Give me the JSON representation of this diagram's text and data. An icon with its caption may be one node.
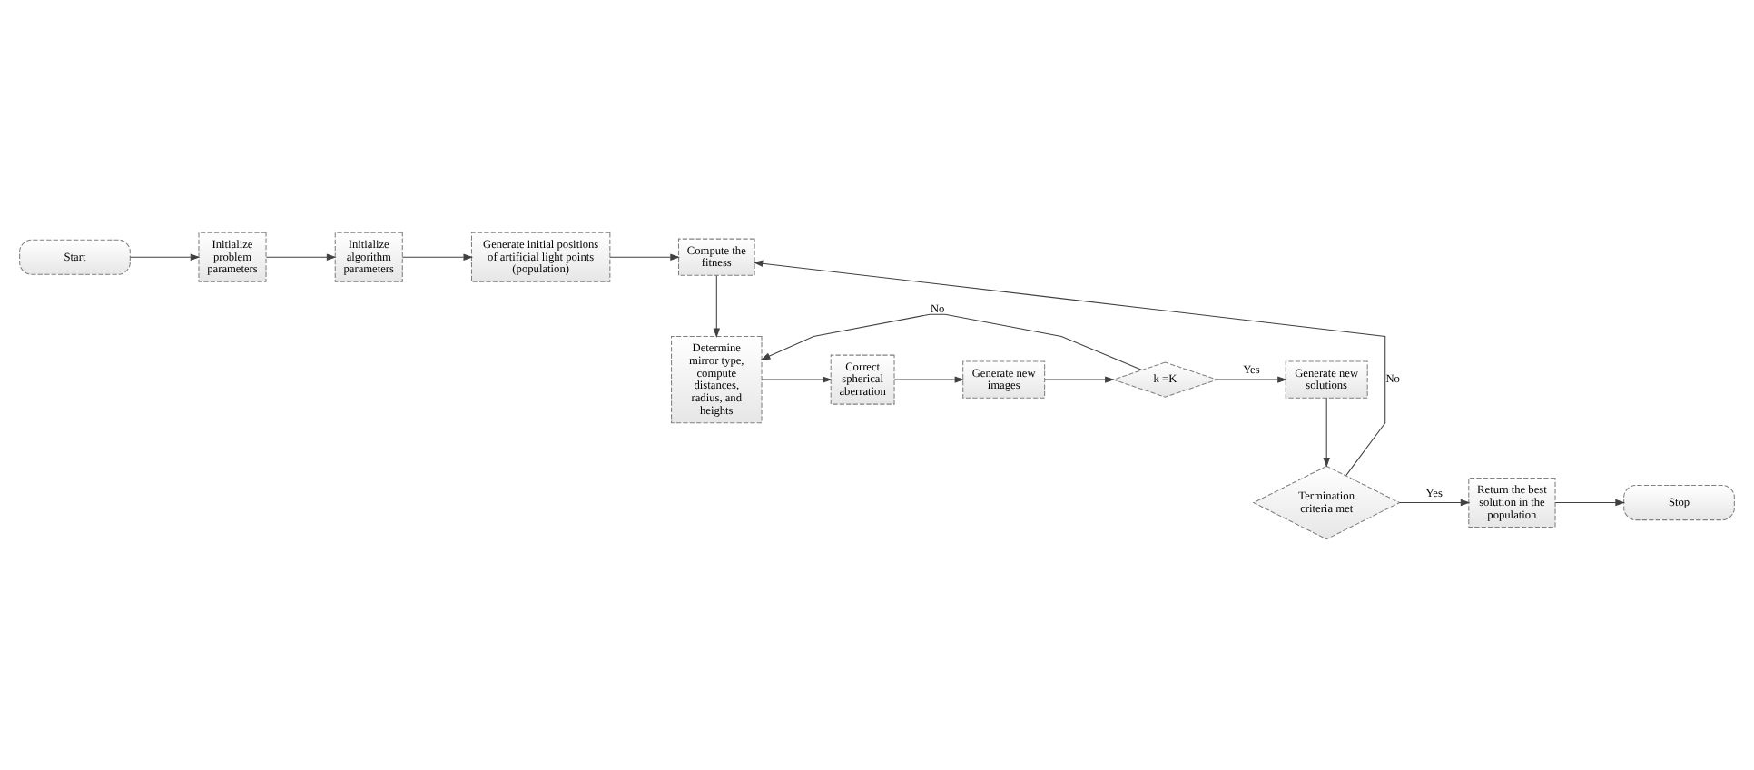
{
  "diagram": {
    "nodes": [
      {
        "text": [
          "Start"
        ]
      },
      {
        "text": [
          "Initialize problem parameters"
        ]
      },
      {
        "text": [
          "Initialize algorithm parameters"
        ]
      },
      {
        "text": [
          "Generate initial positions of artificial light points (population)"
        ]
      },
      {
        "text": [
          "Compute the fitness"
        ]
      },
      {
        "text": [
          "Determine mirror type, compute distances, radius, and heights"
        ]
      },
      {
        "text": [
          "Correct spherical aberration"
        ]
      },
      {
        "text": [
          "Generate new images"
        ]
      },
      {
        "text": [
          "k =K"
        ]
      },
      {
        "text": [
          "Generate new solutions"
        ]
      },
      {
        "text": [
          "Termination criteria met"
        ]
      },
      {
        "text": [
          "Return the best solution in the population"
        ]
      },
      {
        "text": [
          "Stop"
        ]
      }
    ],
    "edges": [
      {
        "from": 0,
        "to": 1,
        "arrow": "to"
      },
      {
        "from": 1,
        "to": 2,
        "arrow": "to"
      },
      {
        "from": 2,
        "to": 3,
        "arrow": "to"
      },
      {
        "from": 3,
        "to": 4,
        "arrow": "to"
      },
      {
        "from": 4,
        "to": 5,
        "arrow": "to"
      },
      {
        "from": 5,
        "to": 6,
        "arrow": "to"
      },
      {
        "from": 6,
        "to": 7,
        "arrow": "to"
      },
      {
        "from": 7,
        "to": 8,
        "arrow": "to"
      },
      {
        "from": 8,
        "to": 9,
        "label": "Yes",
        "arrow": "to"
      },
      {
        "from": 8,
        "to": 5,
        "label": "No",
        "arrow": "to"
      },
      {
        "from": 9,
        "to": 10,
        "arrow": "to"
      },
      {
        "from": 10,
        "to": 11,
        "label": "Yes",
        "arrow": "to"
      },
      {
        "from": 11,
        "to": 12,
        "arrow": "to"
      },
      {
        "from": 10,
        "to": 4,
        "label": "No",
        "arrow": "to"
      }
    ]
  }
}
